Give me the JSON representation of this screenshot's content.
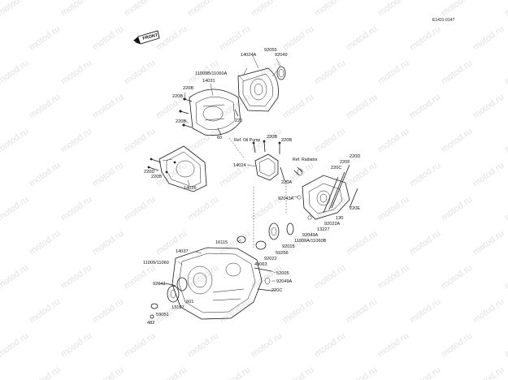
{
  "diagram_code": "E1431-0147",
  "front_label": "FRONT",
  "watermark": "motod.ru",
  "callouts": {
    "p92055": "92055",
    "p14024A": "14024A",
    "p92049": "92049",
    "p11009B": "11009B/11060A",
    "p14031": "14031",
    "p220B_a": "220B",
    "p220B_b": "220B",
    "p220B_c": "220B",
    "p220": "220",
    "p60": "60",
    "p220B_d": "220B",
    "p220B_e": "220B",
    "p14024": "14024",
    "p220A": "220A",
    "p220D_a": "220D",
    "p220B_f": "220B",
    "p14026": "14026",
    "p220D_b": "220D",
    "p220F": "220F",
    "p220C_a": "220C",
    "p92043A_a": "92043A",
    "p130": "130",
    "p220E": "220E",
    "p92022A": "92022A",
    "p13227": "13227",
    "p92043A_b": "92043A",
    "p11009A": "11009A/11060B",
    "p16115": "16115",
    "p14037": "14037",
    "p92015": "92015",
    "p59256": "59256",
    "p92022": "92022",
    "p11009_11060": "11009/11060",
    "p49063": "49063",
    "p52005": "52005",
    "p92049A": "92049A",
    "p92043": "92043",
    "p601": "601",
    "p220C_b": "220C",
    "p13107": "13107",
    "p59051": "59051",
    "p482": "482"
  },
  "references": {
    "oil_pump": "Ref. Oil Pump",
    "radiator": "Ref. Radiator"
  }
}
